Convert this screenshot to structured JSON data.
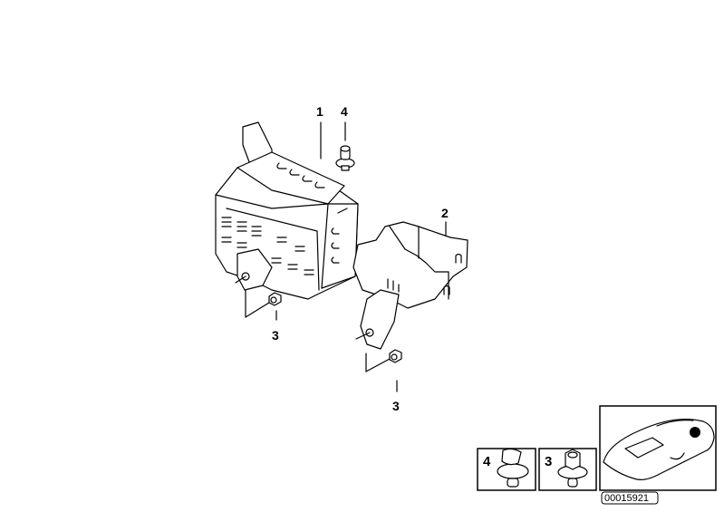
{
  "callouts": {
    "part_1": "1",
    "part_2": "2",
    "part_3_left": "3",
    "part_3_right": "3",
    "part_4": "4"
  },
  "insets": {
    "clip_label": "4",
    "nut_label": "3"
  },
  "diagram_number": "00015921"
}
